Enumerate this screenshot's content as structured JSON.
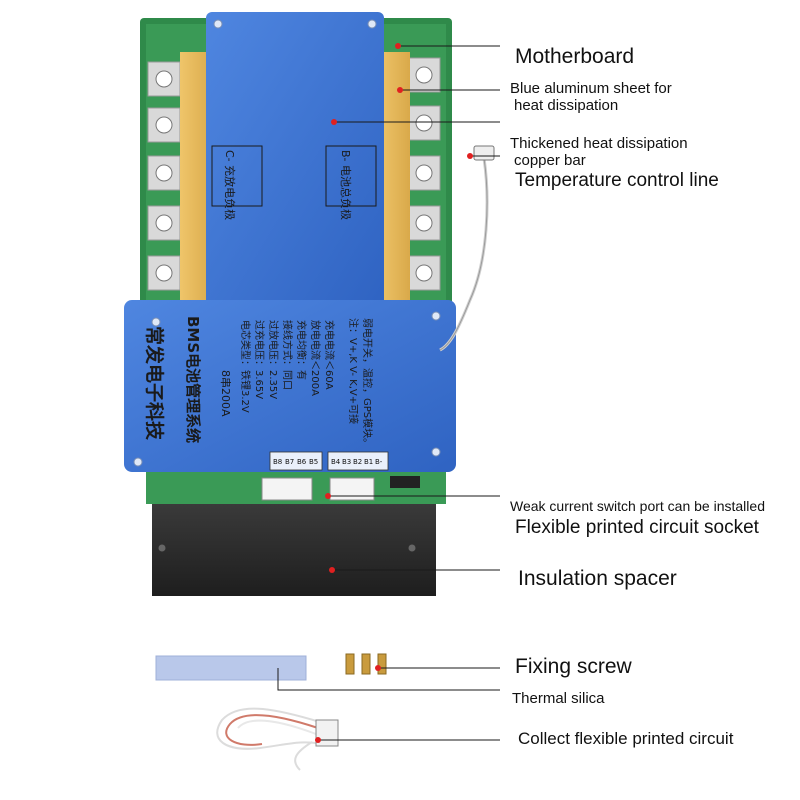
{
  "callouts": {
    "motherboard": "Motherboard",
    "heat_sheet_line1": "Blue aluminum sheet for",
    "heat_sheet_line2": "heat dissipation",
    "copper_bar_line1": "Thickened heat dissipation",
    "copper_bar_line2": "copper bar",
    "temp_line": "Temperature control line",
    "weak_current": "Weak current switch port can be installed",
    "fpc_socket": "Flexible printed circuit socket",
    "insulation": "Insulation spacer",
    "fixing_screw": "Fixing screw",
    "thermal_silica": "Thermal silica",
    "collect_fpc": "Collect flexible printed circuit"
  },
  "board_text": {
    "left_plate": "C- 充放电负极",
    "right_plate": "B- 电池总负极",
    "brand": "常发电子科技",
    "system": "BMS电池管理系统",
    "model": "8串200A",
    "spec_lines": [
      "电芯类型：铁锂3.2V",
      "过充电压：3.65V",
      "过放电压：2.35V",
      "接线方式：同口",
      "充电均衡：有",
      "放电电流＜200A",
      "充电电流＜60A"
    ],
    "note_lines": [
      "注：V+,K V- K,V+可接",
      "弱电开关，温控，GPS模块。"
    ],
    "pins_left": [
      "B8",
      "B7",
      "B6",
      "B5"
    ],
    "pins_right": [
      "B4",
      "B3",
      "B2",
      "B1",
      "B-"
    ]
  },
  "colors": {
    "plate_blue": "#3f77d4",
    "pcb_green": "#2f8a4a",
    "copper": "#e2b85a",
    "spacer": "#2a2a2a",
    "leader_dot": "#e02020"
  }
}
